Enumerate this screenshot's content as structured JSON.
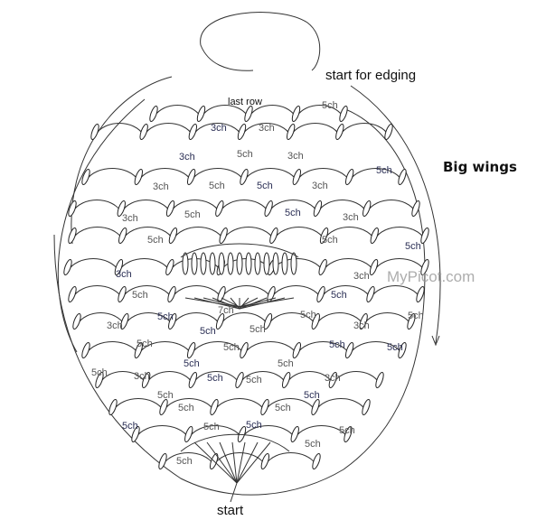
{
  "annotations": {
    "start_for_edging": "start for edging",
    "last_row": "last row",
    "big_wings": "Big wings",
    "start": "start",
    "watermark": "MyPicot.com"
  },
  "chain_labels": [
    "3ch",
    "3ch",
    "5ch",
    "3ch",
    "5ch",
    "3ch",
    "5ch",
    "3ch",
    "5ch",
    "5ch",
    "3ch",
    "5ch",
    "5ch",
    "3ch",
    "3ch",
    "5ch",
    "5ch",
    "5ch",
    "3ch",
    "3ch",
    "5ch",
    "5ch",
    "5ch",
    "7ch",
    "5ch",
    "5ch",
    "3ch",
    "5ch",
    "5ch",
    "3ch",
    "5ch",
    "5ch",
    "5ch",
    "5ch",
    "5ch",
    "3ch",
    "5ch",
    "5ch",
    "3ch",
    "5ch",
    "5ch",
    "5ch",
    "5ch",
    "5ch",
    "5ch",
    "5ch",
    "5ch",
    "5ch",
    "5ch",
    "5ch",
    "5ch"
  ]
}
